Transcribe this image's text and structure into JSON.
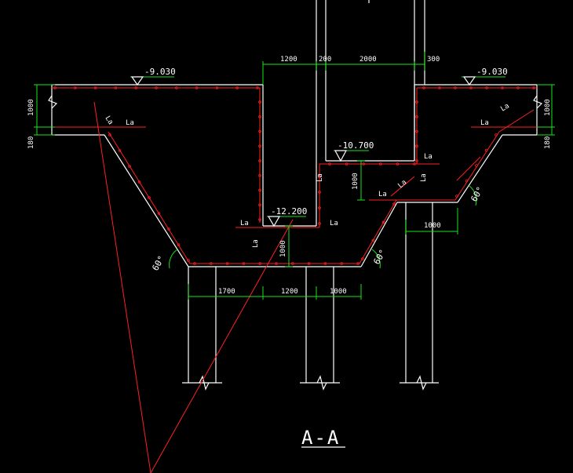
{
  "colors": {
    "background": "#000000",
    "outline": "#ffffff",
    "dimension": "#19e619",
    "rebar": "#ff2020"
  },
  "elevations": {
    "left_top": "-9.030",
    "right_top": "-9.030",
    "mid_step": "-10.700",
    "pit_bottom": "-12.200"
  },
  "dimensions": {
    "top_1200": "1200",
    "top_200": "200",
    "top_2000": "2000",
    "top_300": "300",
    "left_1000": "1000",
    "left_180": "180",
    "right_1000": "1000",
    "right_180": "180",
    "step_1000": "1000",
    "pit_1000": "1000",
    "bottom_1700": "1700",
    "bottom_1200": "1200",
    "bottom_1000": "1000",
    "right_pile_1000": "1000"
  },
  "angles": {
    "left": "60°",
    "center": "60°",
    "right": "60°"
  },
  "rebar_label": "La",
  "section_title": "A-A"
}
